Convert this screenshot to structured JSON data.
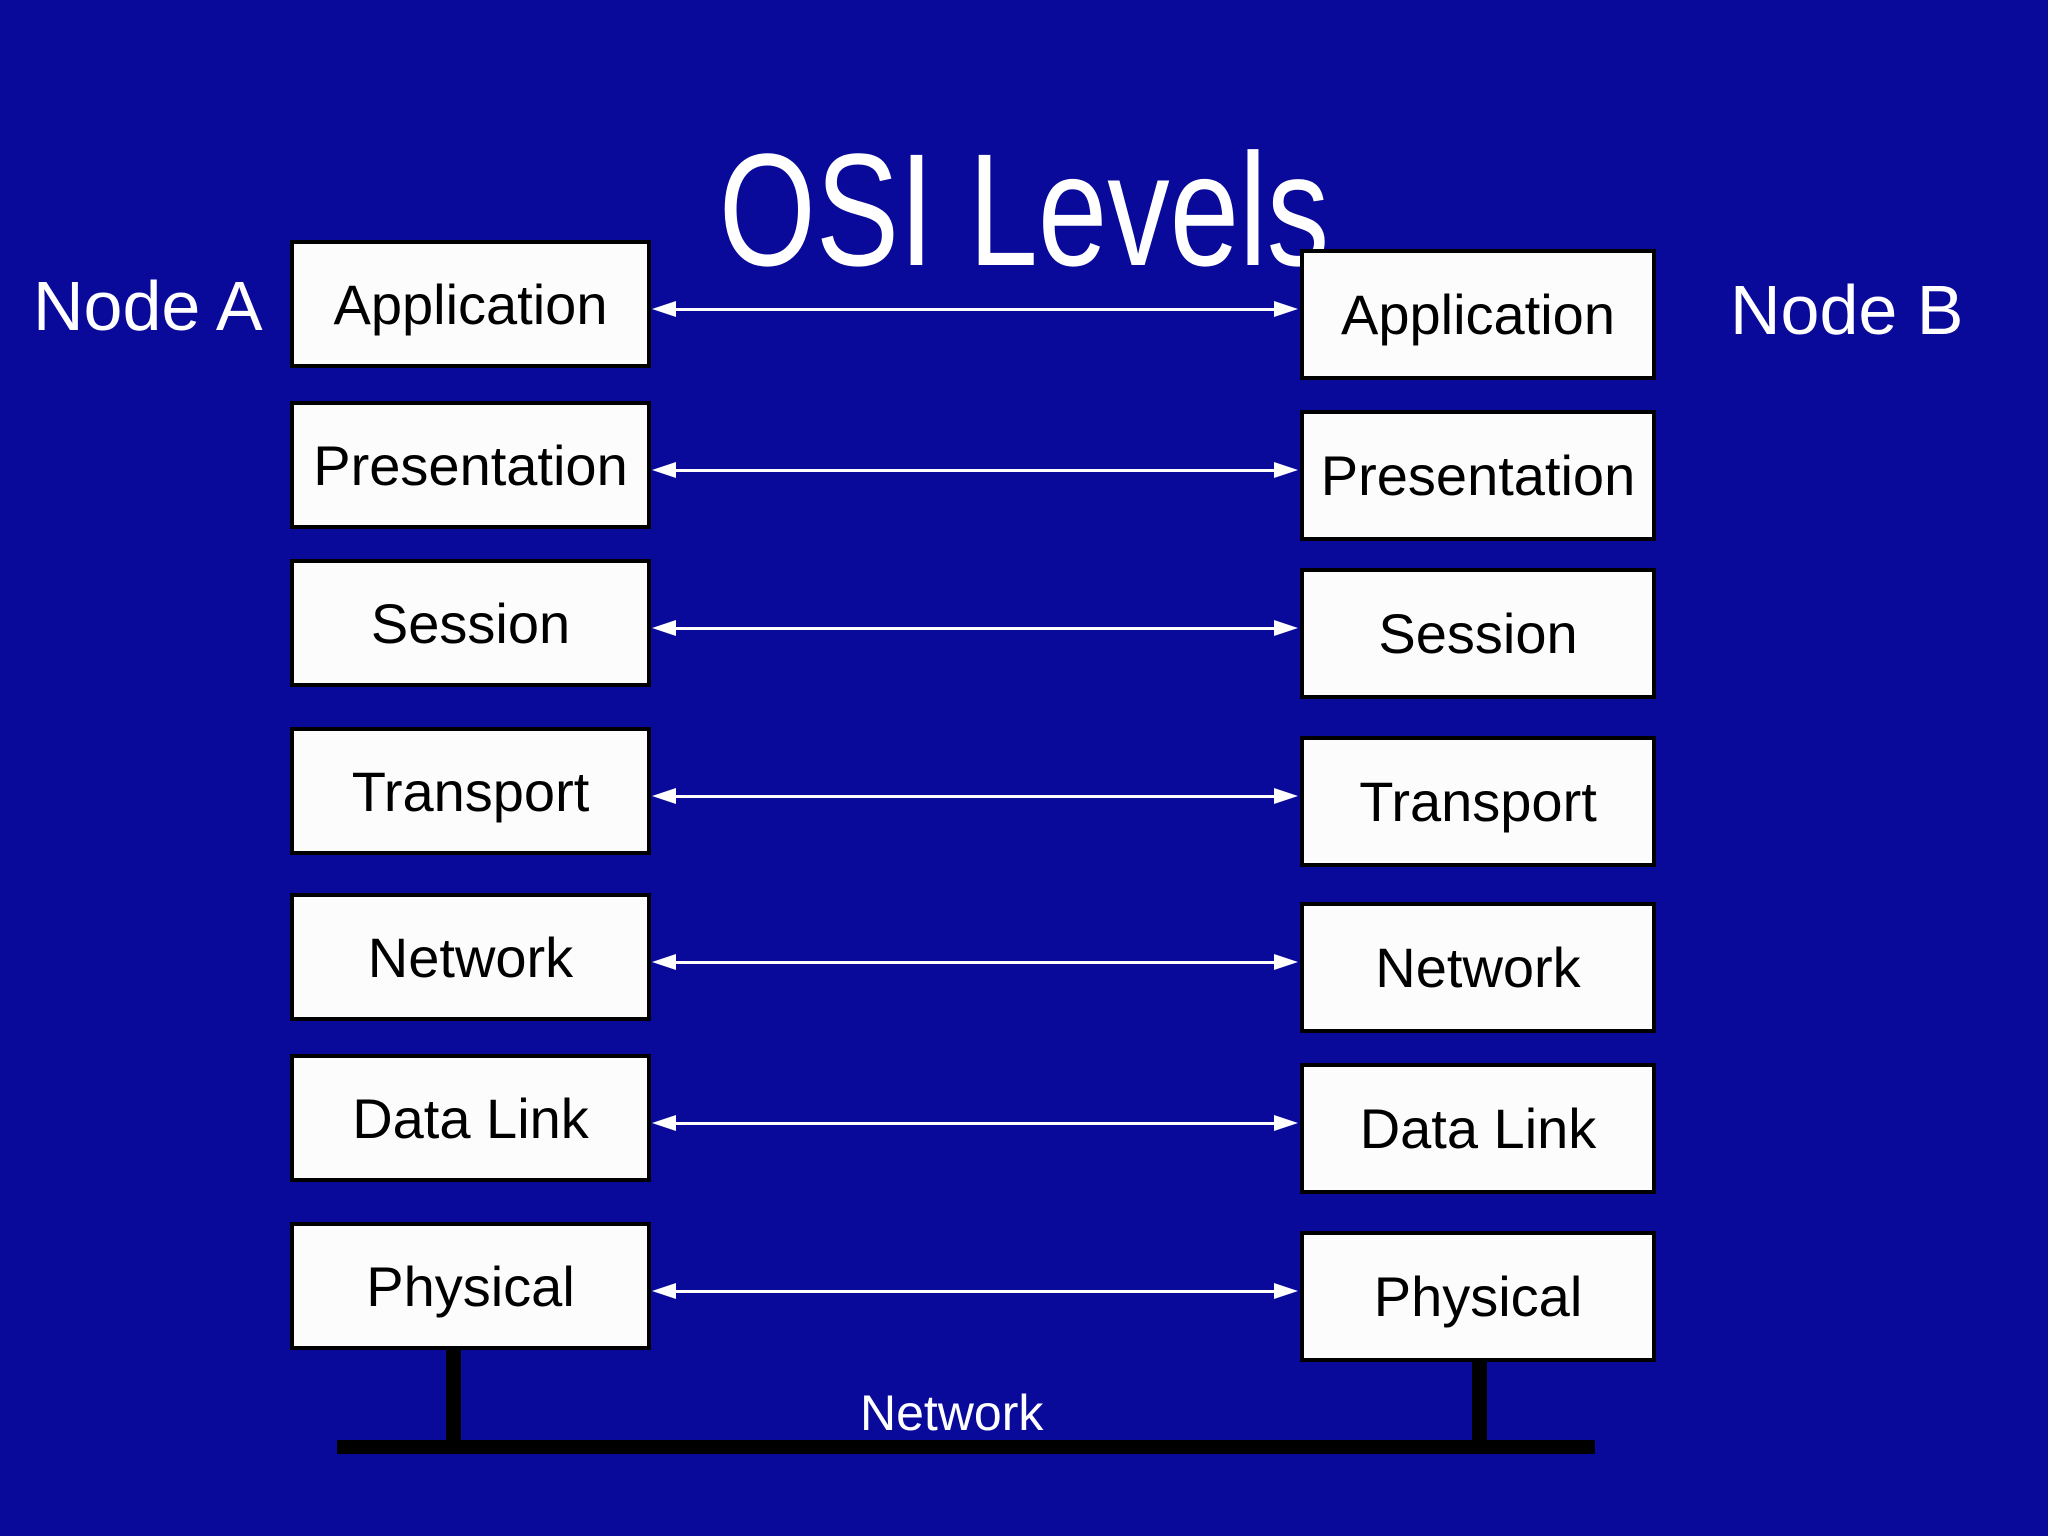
{
  "title": "OSI Levels",
  "node_a": "Node A",
  "node_b": "Node B",
  "layers": [
    "Application",
    "Presentation",
    "Session",
    "Transport",
    "Network",
    "Data Link",
    "Physical"
  ],
  "network_label": "Network",
  "colors": {
    "bg": "#0a0a9a",
    "box_fill": "#fcfcfc",
    "box_border": "#000000",
    "box_text": "#000000",
    "label_text": "#ffffff",
    "arrow": "#ffffff",
    "bus": "#000000"
  }
}
